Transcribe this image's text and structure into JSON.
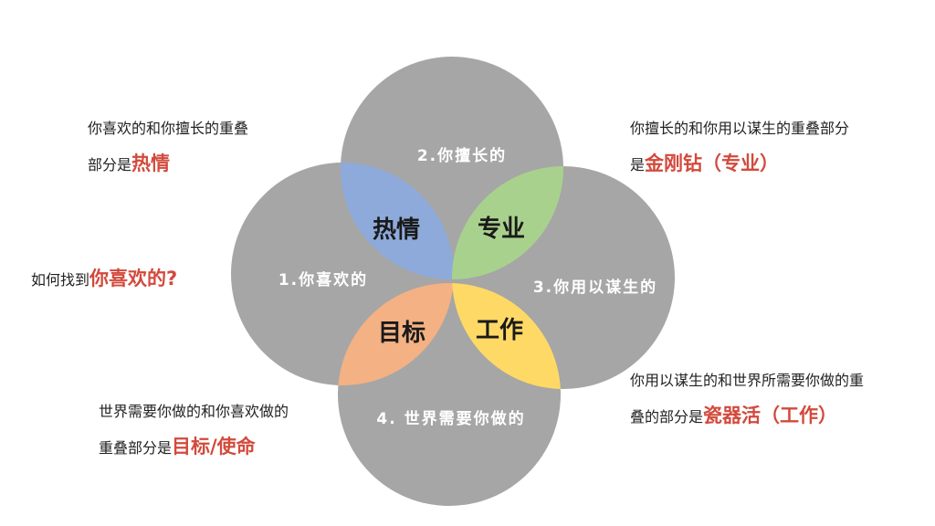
{
  "circles": {
    "love": "1.你喜欢的",
    "good": "2.你擅长的",
    "paid": "3.你用以谋生的",
    "need": "4. 世界需要你做的"
  },
  "overlaps": {
    "passion": "热情",
    "profession": "专业",
    "mission": "目标",
    "vocation": "工作"
  },
  "notes": {
    "passion": {
      "line1": "你喜欢的和你擅长的重叠",
      "line2_prefix": "部分是",
      "highlight": "热情"
    },
    "profession": {
      "line1": "你擅长的和你用以谋生的重叠部分",
      "line2_prefix": "是",
      "highlight": "金刚钻（专业）"
    },
    "question": {
      "prefix": "如何找到",
      "highlight": "你喜欢的?"
    },
    "vocation": {
      "line1": "你用以谋生的和世界所需要你做的重",
      "line2_prefix": "叠的部分是",
      "highlight": "瓷器活（工作）"
    },
    "mission": {
      "line1": "世界需要你做的和你喜欢做的",
      "line2_prefix": "重叠部分是",
      "highlight": "目标/使命"
    }
  },
  "colors": {
    "circle": "#a6a6a6",
    "passion": "#8eaadb",
    "profession": "#a9d18e",
    "mission": "#f4b183",
    "vocation": "#ffd966",
    "highlight": "#d24a3c"
  }
}
